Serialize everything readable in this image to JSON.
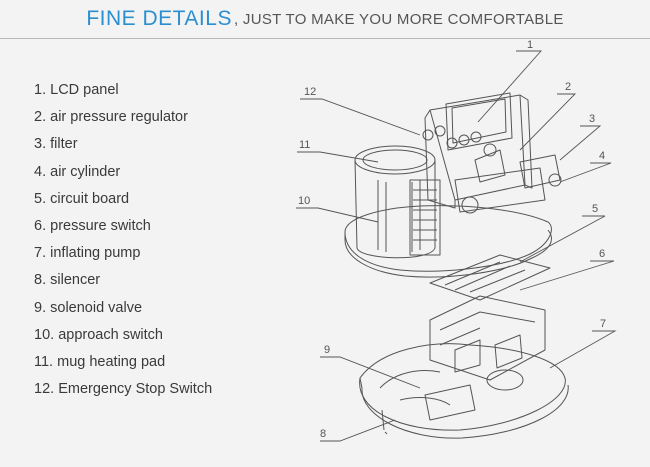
{
  "header": {
    "title": "FINE DETAILS",
    "subtitle": ", JUST TO MAKE YOU MORE COMFORTABLE"
  },
  "parts": [
    {
      "num": "1.",
      "name": "LCD panel"
    },
    {
      "num": "2.",
      "name": "air pressure regulator"
    },
    {
      "num": "3.",
      "name": "filter"
    },
    {
      "num": "4.",
      "name": "air cylinder"
    },
    {
      "num": "5.",
      "name": "circuit board"
    },
    {
      "num": "6.",
      "name": "pressure switch"
    },
    {
      "num": "7.",
      "name": "inflating pump"
    },
    {
      "num": "8.",
      "name": "silencer"
    },
    {
      "num": "9.",
      "name": "solenoid valve"
    },
    {
      "num": "10.",
      "name": "approach switch"
    },
    {
      "num": "11.",
      "name": "mug heating pad"
    },
    {
      "num": "12.",
      "name": "Emergency Stop Switch"
    }
  ],
  "callouts": [
    "1",
    "2",
    "3",
    "4",
    "5",
    "6",
    "7",
    "8",
    "9",
    "10",
    "11",
    "12"
  ],
  "colors": {
    "accent": "#2a8fd0",
    "line": "#555555"
  }
}
